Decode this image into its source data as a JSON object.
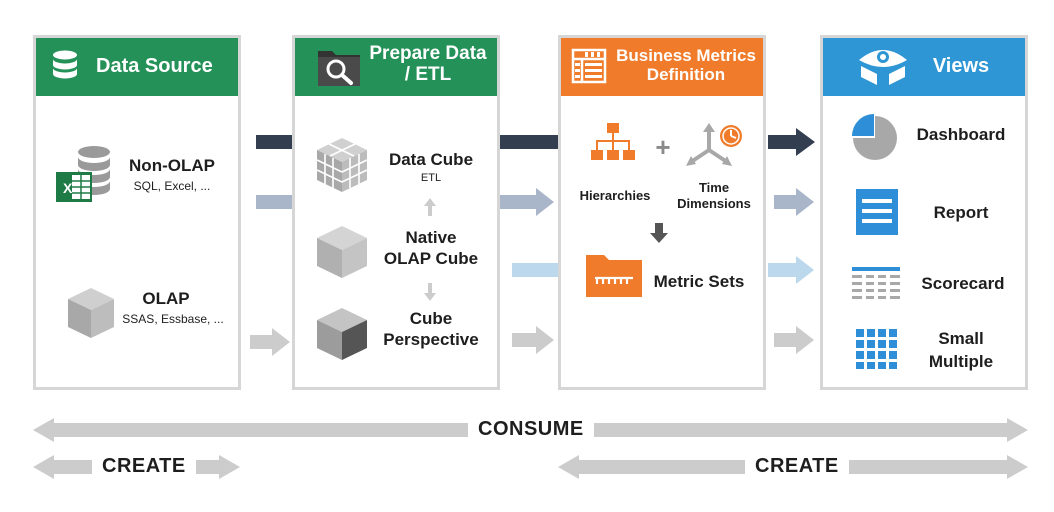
{
  "colors": {
    "green": "#249158",
    "orange": "#ef7b2b",
    "blue": "#2e96d4",
    "dark_arrow": "#333f50",
    "mid_arrow": "#a9b5c8",
    "light_arrow": "#bcd8ed",
    "gray_arrow": "#cccccc",
    "icon_blue": "#2e8fd8",
    "icon_gray": "#8a8a8a"
  },
  "panels": {
    "data_source": {
      "title": "Data Source",
      "icon": "database-icon",
      "items": {
        "non_olap": {
          "title": "Non-OLAP",
          "sub": "SQL, Excel, ..."
        },
        "olap": {
          "title": "OLAP",
          "sub": "SSAS, Essbase, ..."
        }
      }
    },
    "prepare": {
      "title_line1": "Prepare Data",
      "title_line2": "/ ETL",
      "icon": "folder-search-icon",
      "items": {
        "data_cube": {
          "title": "Data Cube",
          "sub": "ETL"
        },
        "native": {
          "line1": "Native",
          "line2": "OLAP Cube"
        },
        "perspective": {
          "line1": "Cube",
          "line2": "Perspective"
        }
      }
    },
    "metrics": {
      "title_line1": "Business Metrics",
      "title_line2": "Definition",
      "icon": "metrics-definition-icon",
      "items": {
        "hierarchies": "Hierarchies",
        "plus": "+",
        "time_line1": "Time",
        "time_line2": "Dimensions",
        "metric_sets": "Metric Sets"
      }
    },
    "views": {
      "title": "Views",
      "icon": "eye-icon",
      "items": {
        "dashboard": "Dashboard",
        "report": "Report",
        "scorecard": "Scorecard",
        "small_multiple_line1": "Small",
        "small_multiple_line2": "Multiple"
      }
    }
  },
  "bottom": {
    "consume": "CONSUME",
    "create_left": "CREATE",
    "create_right": "CREATE"
  }
}
